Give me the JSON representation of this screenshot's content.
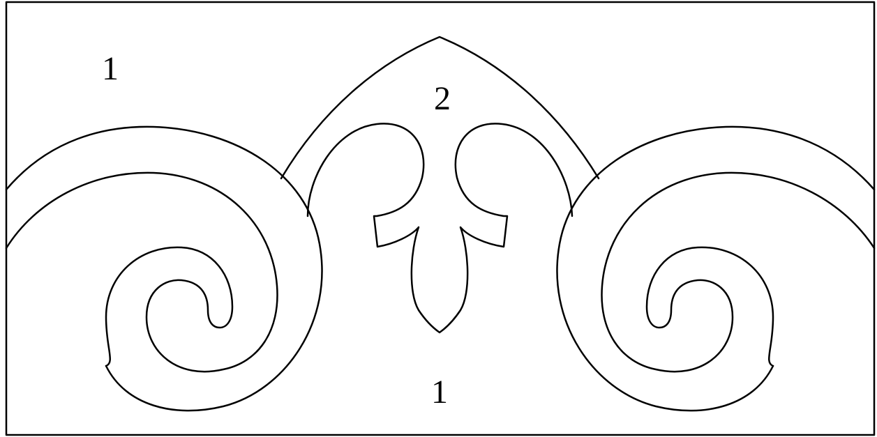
{
  "diagram": {
    "stroke_color": "#000000",
    "background_color": "#ffffff",
    "region_labels": {
      "top_left": "1",
      "center_arch": "2",
      "bottom_center": "1"
    }
  }
}
